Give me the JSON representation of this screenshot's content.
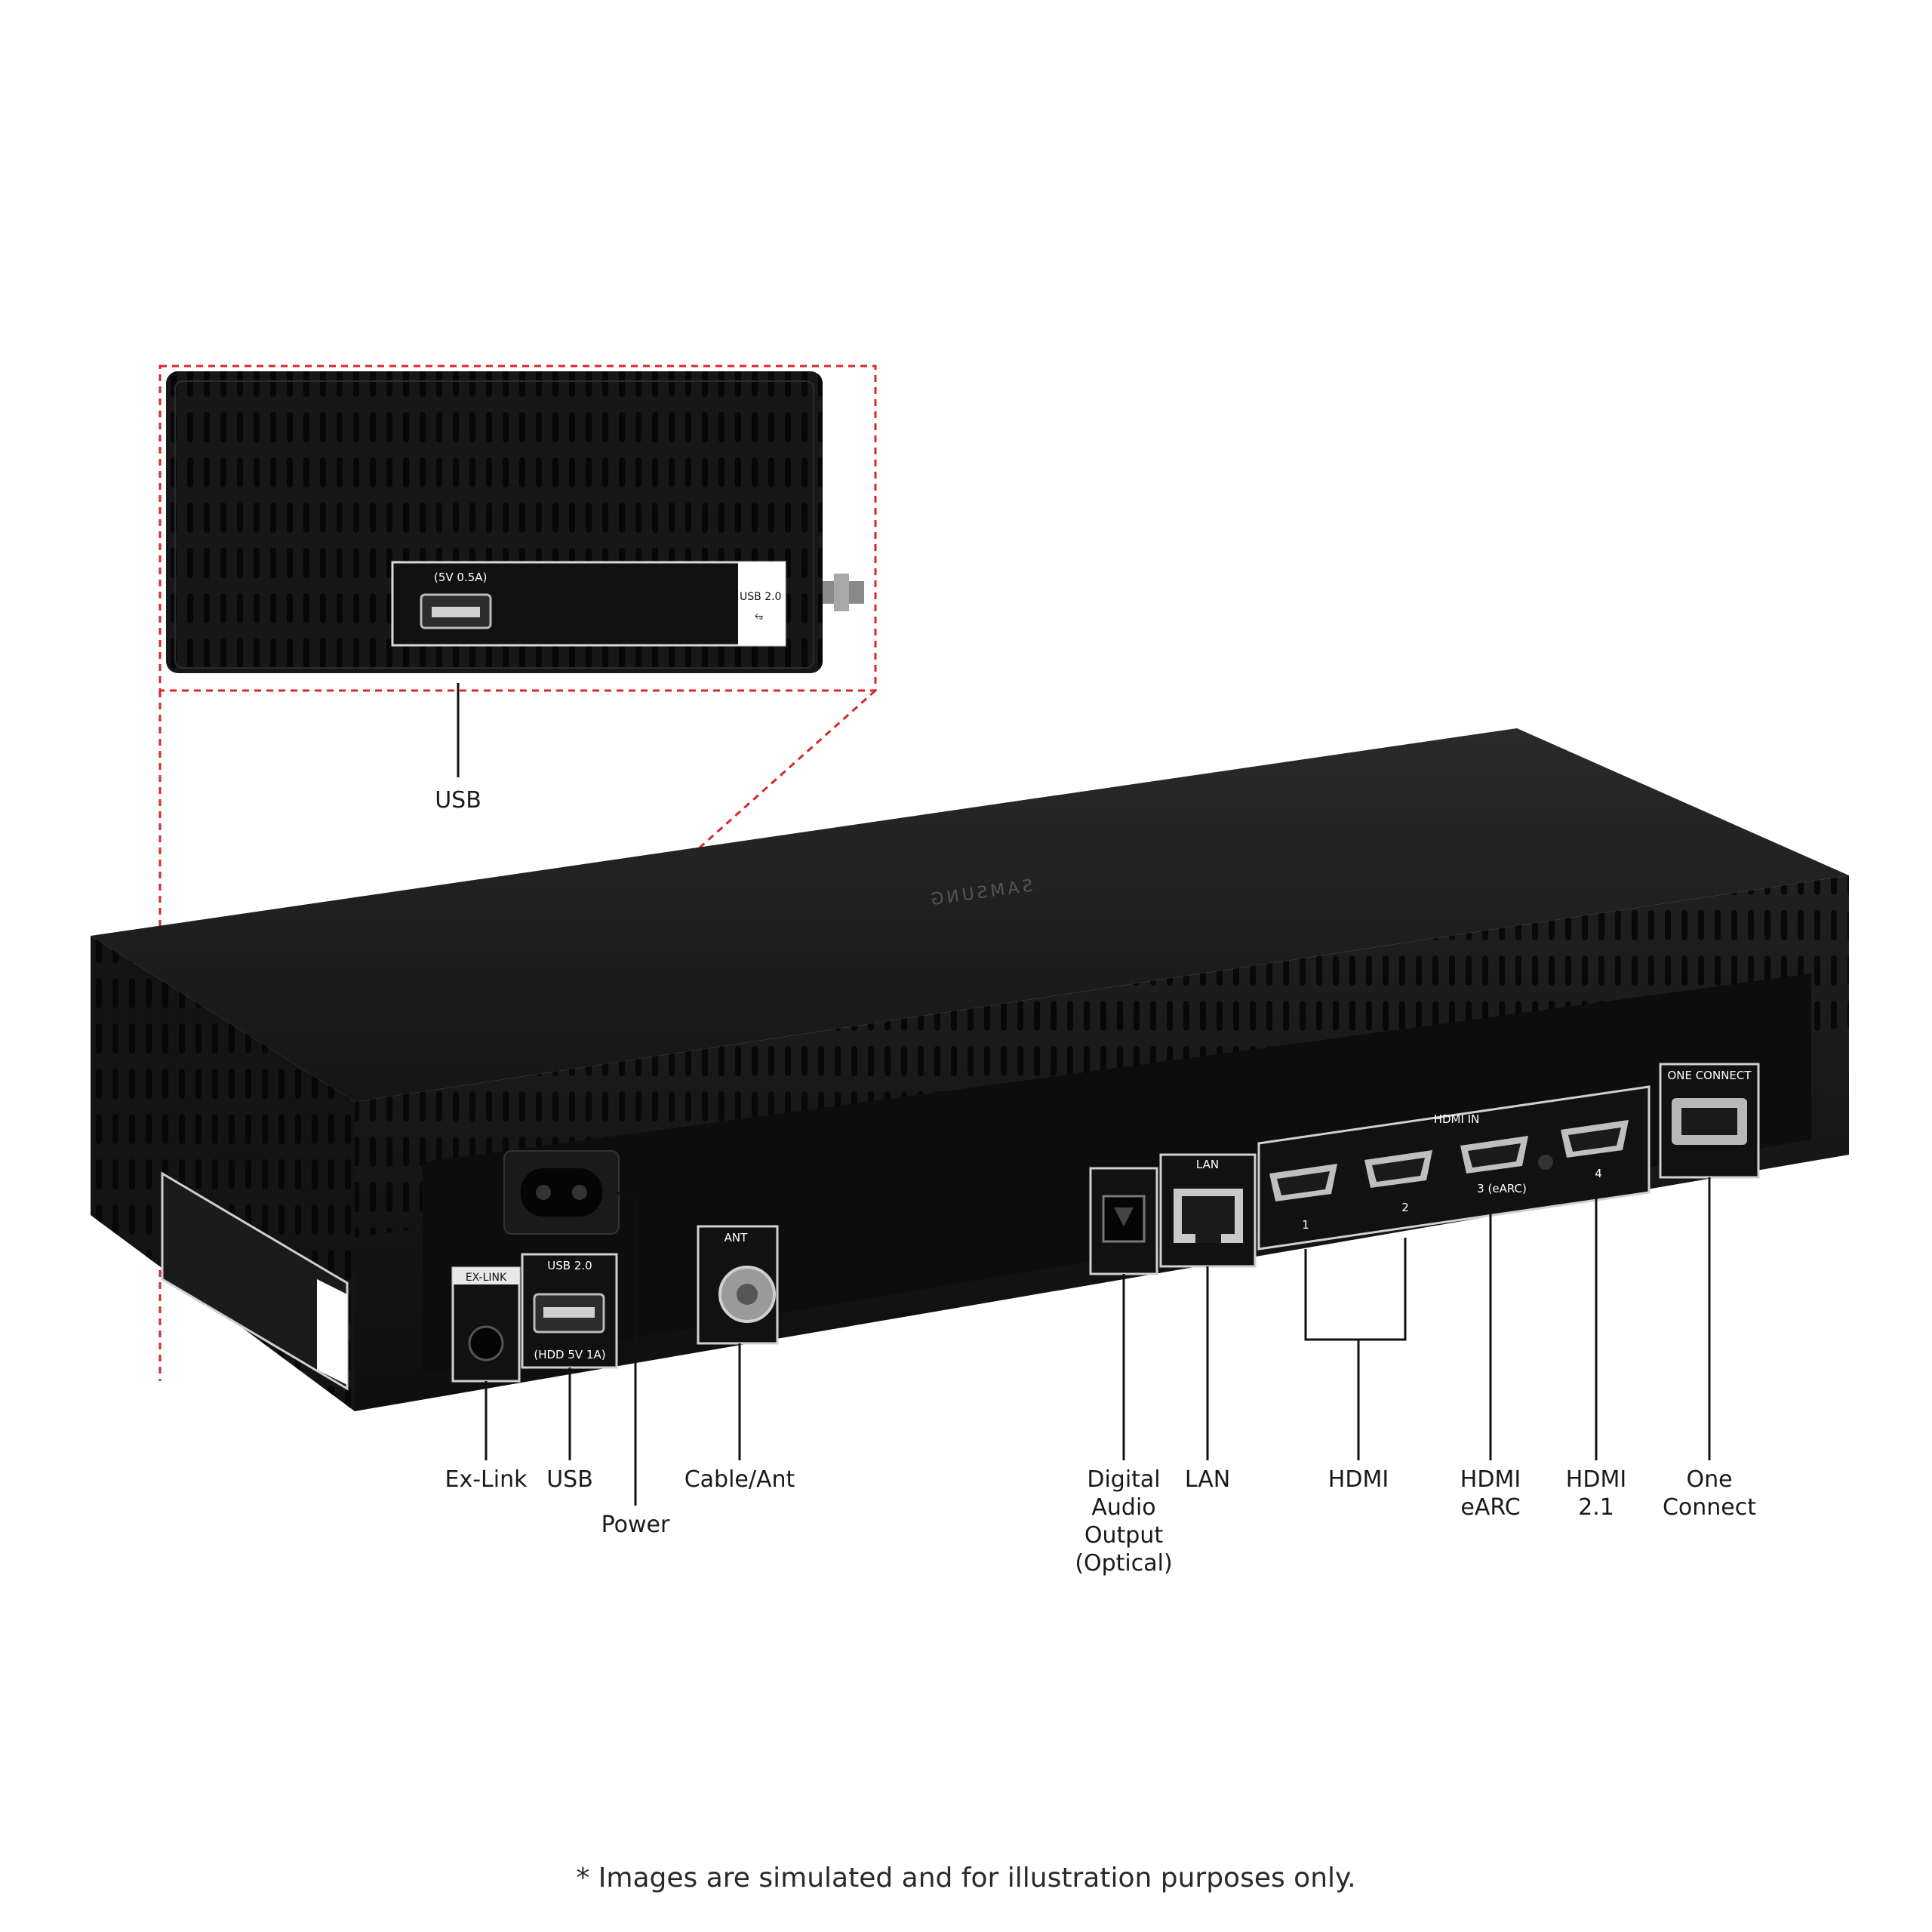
{
  "inset": {
    "port_rating": "(5V 0.5A)",
    "port_label": "USB 2.0",
    "callout": "USB"
  },
  "device": {
    "brand": "SAMSUNG",
    "panel_labels": {
      "ex_link": "EX-LINK",
      "usb": "USB 2.0",
      "usb_rating": "(HDD 5V 1A)",
      "ant": "ANT",
      "lan": "LAN",
      "hdmi_in": "HDMI IN",
      "hdmi_1": "1",
      "hdmi_2": "2",
      "hdmi_3": "3 (eARC)",
      "hdmi_4": "4",
      "one_connect": "ONE CONNECT"
    }
  },
  "callouts": {
    "ex_link": "Ex-Link",
    "usb": "USB",
    "power": "Power",
    "cable_ant": "Cable/Ant",
    "optical": [
      "Digital",
      "Audio",
      "Output",
      "(Optical)"
    ],
    "lan": "LAN",
    "hdmi": "HDMI",
    "hdmi_earc": [
      "HDMI",
      "eARC"
    ],
    "hdmi_21": [
      "HDMI",
      "2.1"
    ],
    "one_connect": [
      "One",
      "Connect"
    ]
  },
  "footnote": "* Images are simulated and for illustration purposes only.",
  "colors": {
    "device_body": "#161616",
    "device_top": "#1f1f1f",
    "highlight_box": "#d9262b",
    "background": "#ffffff"
  }
}
